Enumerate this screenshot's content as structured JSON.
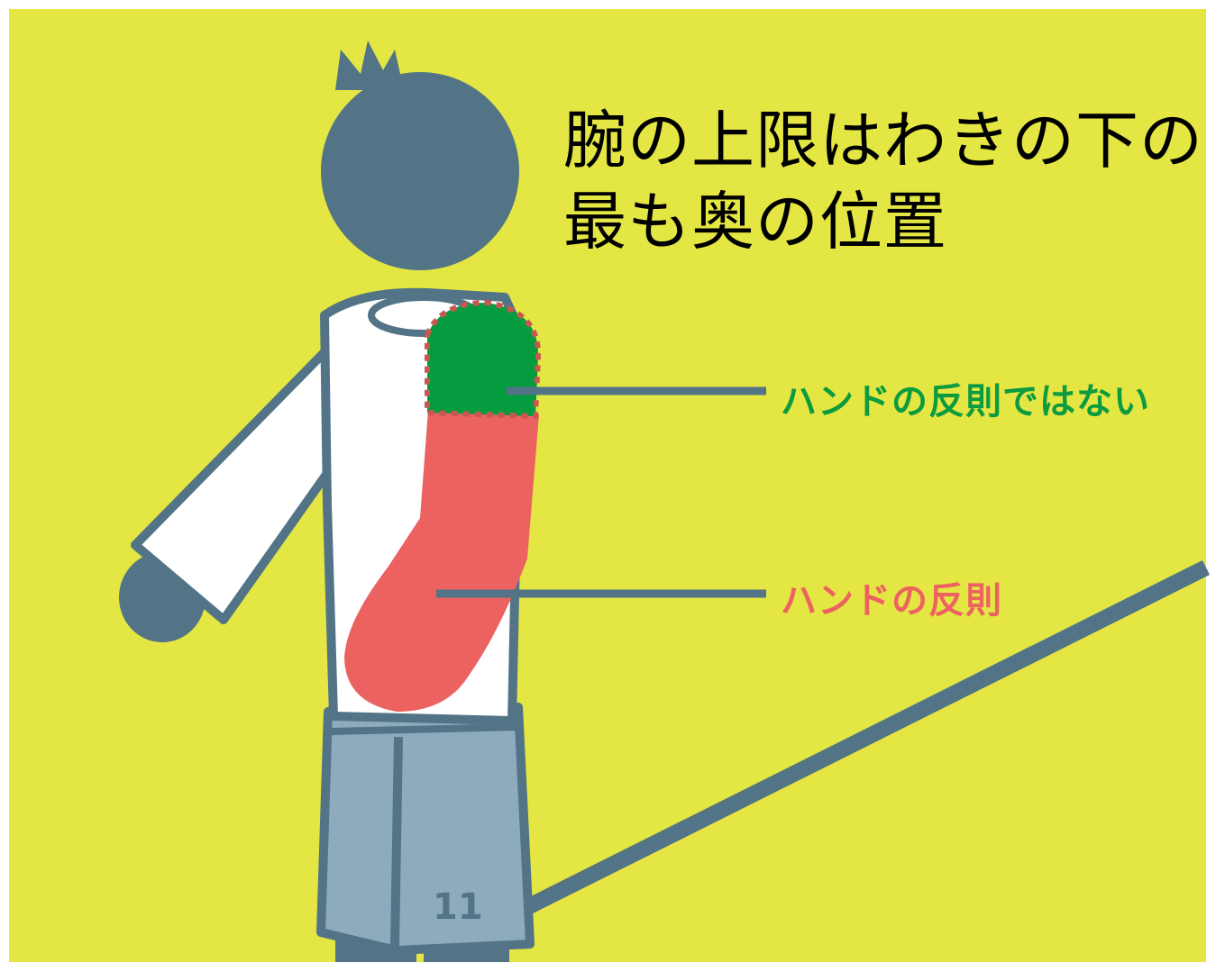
{
  "title": {
    "line1": "腕の上限はわきの下の",
    "line2": "最も奥の位置"
  },
  "callouts": {
    "not_handball": "ハンドの反則ではない",
    "handball": "ハンドの反則"
  },
  "jersey_number": "11",
  "colors": {
    "background": "#e4e643",
    "figure_dark": "#527486",
    "shorts": "#8eabbe",
    "not_handball_zone": "#059b3f",
    "handball_zone": "#ec6260",
    "zone_border": "#c8574f"
  }
}
